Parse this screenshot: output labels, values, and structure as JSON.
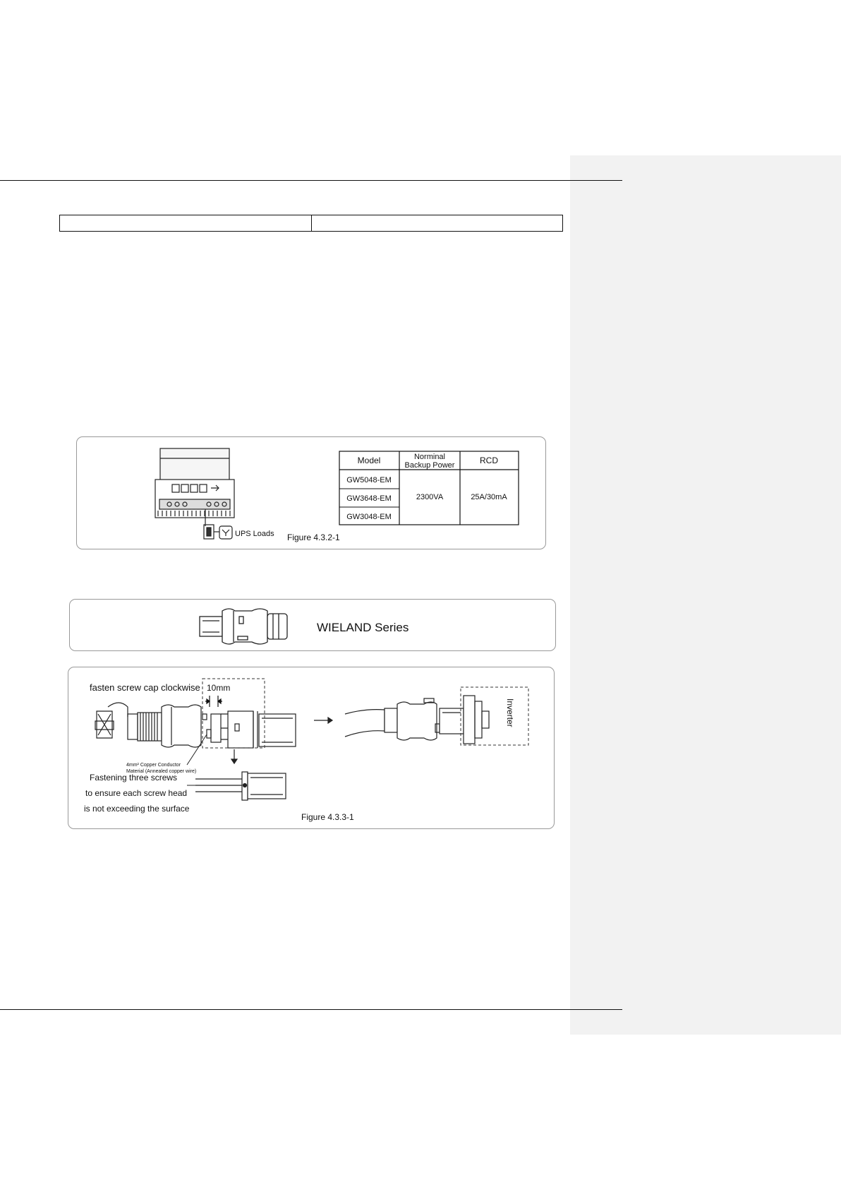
{
  "header_table": {
    "left_cell": "",
    "right_cell": ""
  },
  "figure_1": {
    "caption": "Figure 4.3.2-1",
    "ups_label": "UPS Loads",
    "table": {
      "headers": [
        "Model",
        "Norminal",
        "Backup Power",
        "RCD"
      ],
      "models": [
        "GW5048-EM",
        "GW3648-EM",
        "GW3048-EM"
      ],
      "backup_power": "2300VA",
      "rcd": "25A/30mA"
    }
  },
  "figure_2": {
    "series_label": "WIELAND Series"
  },
  "figure_3": {
    "caption": "Figure 4.3.3-1",
    "fasten_label": "fasten screw cap clockwise",
    "strip_length": "10mm",
    "conductor_note_1": "4mm² Copper Conductor",
    "conductor_note_2": "Material (Annealed copper wire)",
    "screws_note_1": "Fastening three screws",
    "screws_note_2": "to ensure each screw head",
    "screws_note_3": "is not exceeding the surface",
    "inverter_label": "Inverter"
  }
}
